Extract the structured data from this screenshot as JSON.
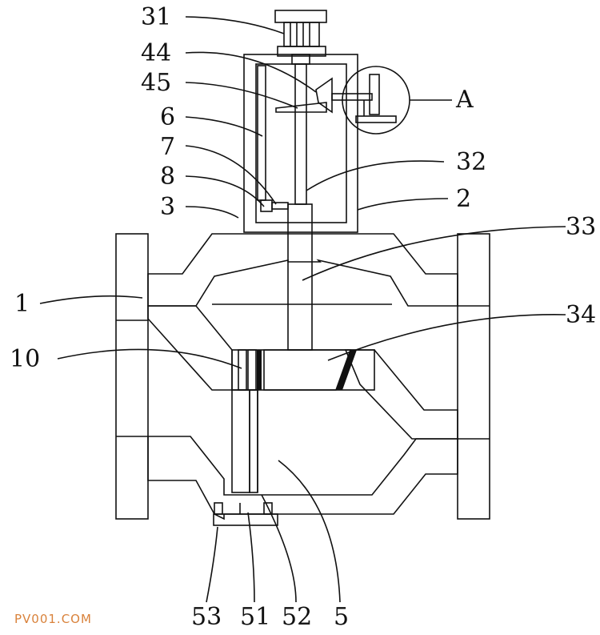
{
  "diagram": {
    "labels": [
      {
        "id": "label-31",
        "text": "31"
      },
      {
        "id": "label-44",
        "text": "44"
      },
      {
        "id": "label-45",
        "text": "45"
      },
      {
        "id": "label-6",
        "text": "6"
      },
      {
        "id": "label-7",
        "text": "7"
      },
      {
        "id": "label-8",
        "text": "8"
      },
      {
        "id": "label-3",
        "text": "3"
      },
      {
        "id": "label-1",
        "text": "1"
      },
      {
        "id": "label-10",
        "text": "10"
      },
      {
        "id": "label-A",
        "text": "A"
      },
      {
        "id": "label-32",
        "text": "32"
      },
      {
        "id": "label-2",
        "text": "2"
      },
      {
        "id": "label-33",
        "text": "33"
      },
      {
        "id": "label-34",
        "text": "34"
      },
      {
        "id": "label-53",
        "text": "53"
      },
      {
        "id": "label-51",
        "text": "51"
      },
      {
        "id": "label-52",
        "text": "52"
      },
      {
        "id": "label-5",
        "text": "5"
      }
    ],
    "watermark": "PV001.COM",
    "colors": {
      "line": "#111111",
      "watermark": "#d9823b",
      "seal": "#111111",
      "sand": "#e8e8e8"
    }
  }
}
